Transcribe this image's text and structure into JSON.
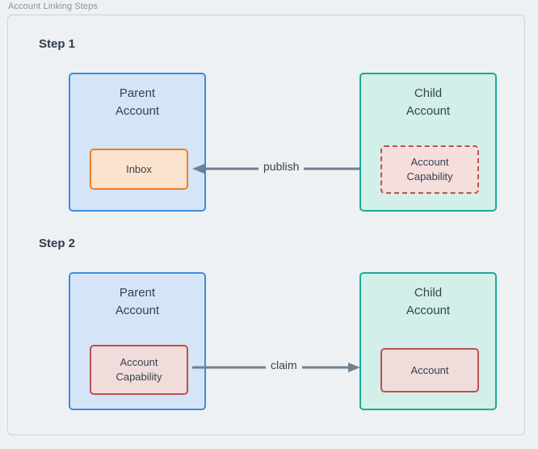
{
  "frame": {
    "title": "Account Linking Steps"
  },
  "colors": {
    "canvas": "#eef1f4",
    "frame_border": "#ccd2da",
    "title_text": "#8a929c",
    "step_text": "#2f3b4c",
    "parent_fill": "#d6e4f7",
    "parent_border": "#3b8de0",
    "child_fill": "#d2efe9",
    "child_border": "#1aab97",
    "inbox_fill": "#fbe3cd",
    "inbox_border": "#e8812b",
    "capability_fill": "#f0dcdb",
    "capability_border": "#b9534f",
    "arrow": "#6f8091",
    "node_text": "#37424f"
  },
  "steps": [
    {
      "label": "Step 1",
      "parent": {
        "title": "Parent\nAccount",
        "node": {
          "label": "Inbox",
          "style": "solid"
        }
      },
      "child": {
        "title": "Child\nAccount",
        "node": {
          "label": "Account\nCapability",
          "style": "dashed"
        }
      },
      "arrow": {
        "label": "publish",
        "direction": "left"
      }
    },
    {
      "label": "Step 2",
      "parent": {
        "title": "Parent\nAccount",
        "node": {
          "label": "Account\nCapability",
          "style": "solid"
        }
      },
      "child": {
        "title": "Child\nAccount",
        "node": {
          "label": "Account",
          "style": "solid"
        }
      },
      "arrow": {
        "label": "claim",
        "direction": "right"
      }
    }
  ]
}
